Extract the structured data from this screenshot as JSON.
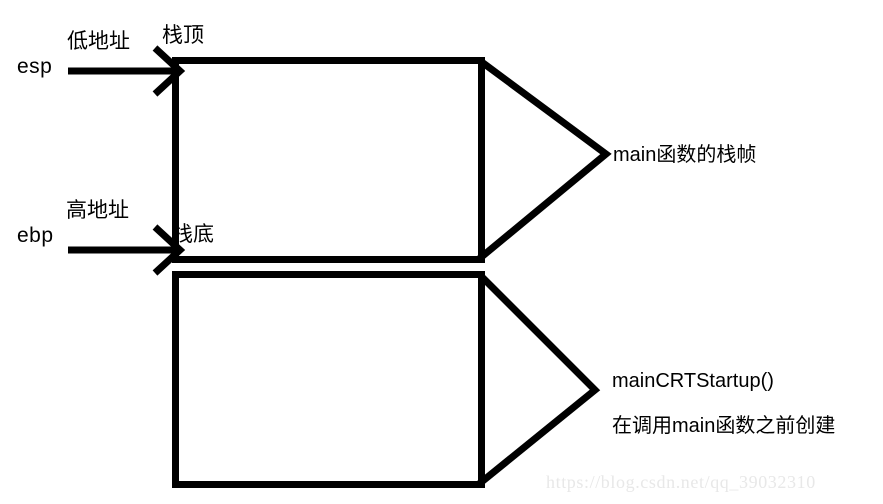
{
  "diagram": {
    "title": "main function stack frame diagram",
    "stroke_color": "#000000",
    "background_color": "#ffffff",
    "watermark_color": "#e8e8e8",
    "labels": {
      "esp": "esp",
      "low_address": "低地址",
      "stack_top": "栈顶",
      "ebp": "ebp",
      "high_address": "高地址",
      "stack_bottom": "栈底",
      "main_frame": "main函数的栈帧",
      "crt_startup": "mainCRTStartup()",
      "crt_description": "在调用main函数之前创建"
    },
    "watermark": "https://blog.csdn.net/qq_39032310"
  }
}
